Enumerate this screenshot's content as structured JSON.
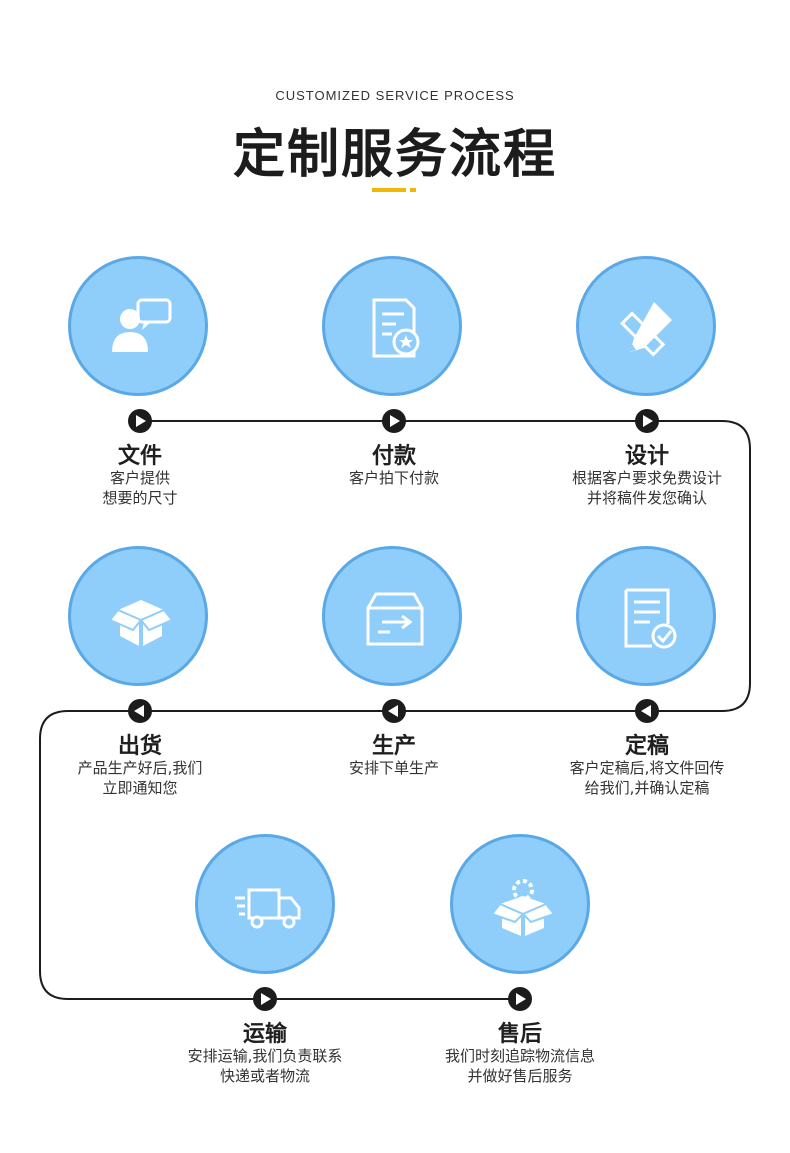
{
  "header": {
    "subtitle": "CUSTOMIZED SERVICE PROCESS",
    "title": "定制服务流程"
  },
  "colors": {
    "circle_fill": "#8fcdfb",
    "circle_border": "#5aa9e6",
    "accent": "#f2b705",
    "line": "#1c1c1c"
  },
  "steps": [
    {
      "title": "文件",
      "desc1": "客户提供",
      "desc2": "想要的尺寸",
      "icon": "customer-chat-icon",
      "arrow": "right"
    },
    {
      "title": "付款",
      "desc1": "客户拍下付款",
      "desc2": "",
      "icon": "document-badge-icon",
      "arrow": "right"
    },
    {
      "title": "设计",
      "desc1": "根据客户要求免费设计",
      "desc2": "并将稿件发您确认",
      "icon": "pencil-ruler-icon",
      "arrow": "right"
    },
    {
      "title": "出货",
      "desc1": "产品生产好后,我们",
      "desc2": "立即通知您",
      "icon": "open-box-icon",
      "arrow": "left"
    },
    {
      "title": "生产",
      "desc1": "安排下单生产",
      "desc2": "",
      "icon": "package-arrow-icon",
      "arrow": "left"
    },
    {
      "title": "定稿",
      "desc1": "客户定稿后,将文件回传",
      "desc2": "给我们,并确认定稿",
      "icon": "checklist-icon",
      "arrow": "left"
    },
    {
      "title": "运输",
      "desc1": "安排运输,我们负责联系",
      "desc2": "快递或者物流",
      "icon": "delivery-truck-icon",
      "arrow": "right"
    },
    {
      "title": "售后",
      "desc1": "我们时刻追踪物流信息",
      "desc2": "并做好售后服务",
      "icon": "box-gear-icon",
      "arrow": "right"
    }
  ]
}
